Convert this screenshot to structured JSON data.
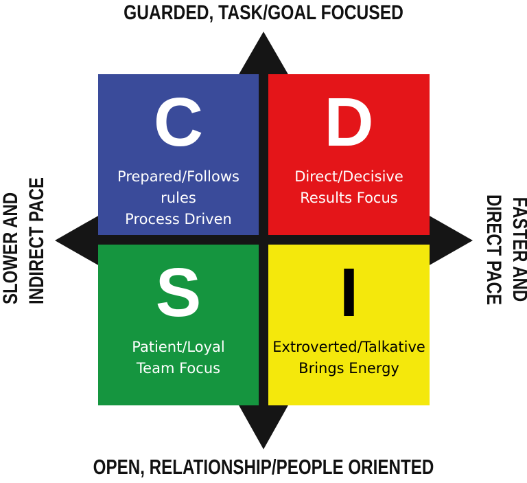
{
  "axes": {
    "top": "GUARDED, TASK/GOAL FOCUSED",
    "bottom": "OPEN, RELATIONSHIP/PEOPLE ORIENTED",
    "left": [
      "SLOWER AND",
      "INDIRECT PACE"
    ],
    "right": [
      "FASTER AND",
      "DIRECT PACE"
    ]
  },
  "quadrants": {
    "c": {
      "letter": "C",
      "line1": "Prepared/Follows rules",
      "line2": "Process Driven",
      "color": "#3a4b9a",
      "text_color": "#ffffff"
    },
    "d": {
      "letter": "D",
      "line1": "Direct/Decisive",
      "line2": "Results Focus",
      "color": "#e41519",
      "text_color": "#ffffff"
    },
    "s": {
      "letter": "S",
      "line1": "Patient/Loyal",
      "line2": "Team Focus",
      "color": "#15953f",
      "text_color": "#ffffff"
    },
    "i": {
      "letter": "I",
      "line1": "Extroverted/Talkative",
      "line2": "Brings Energy",
      "color": "#f4e80c",
      "text_color": "#000000"
    }
  },
  "colors": {
    "arrow": "#151515",
    "background": "#ffffff"
  }
}
